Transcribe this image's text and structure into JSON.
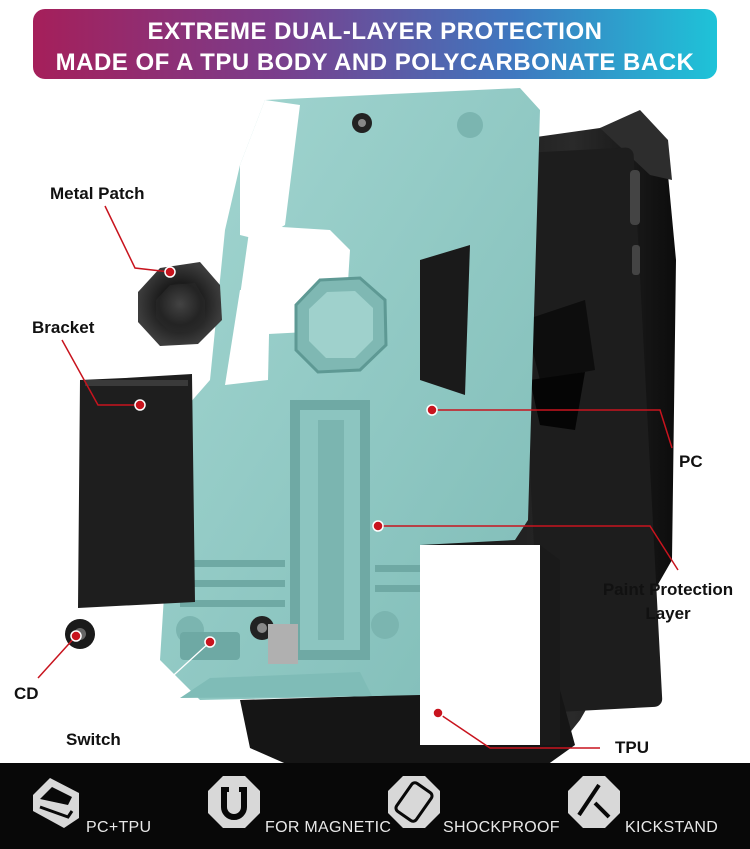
{
  "banner": {
    "line1": "EXTREME DUAL-LAYER PROTECTION",
    "line2": "MADE OF A TPU BODY AND POLYCARBONATE BACK",
    "gradient_start": "#a51f5a",
    "gradient_end": "#1ec3d8"
  },
  "callouts": {
    "metal_patch": "Metal Patch",
    "bracket": "Bracket",
    "cd": "CD",
    "switch": "Switch",
    "pc": "PC",
    "paint_protection_line1": "Paint Protection",
    "paint_protection_line2": "Layer",
    "tpu": "TPU"
  },
  "features": [
    {
      "icon": "pc-tpu-layers-icon",
      "label": "PC+TPU"
    },
    {
      "icon": "magnetic-u-icon",
      "label": "FOR MAGNETIC"
    },
    {
      "icon": "shockproof-icon",
      "label": "SHOCKPROOF"
    },
    {
      "icon": "kickstand-icon",
      "label": "KICKSTAND"
    }
  ],
  "colors": {
    "case_mint": "#8fc9c4",
    "case_black": "#1a1a1a",
    "callout_red": "#c8141e",
    "feature_bar": "#080808"
  }
}
